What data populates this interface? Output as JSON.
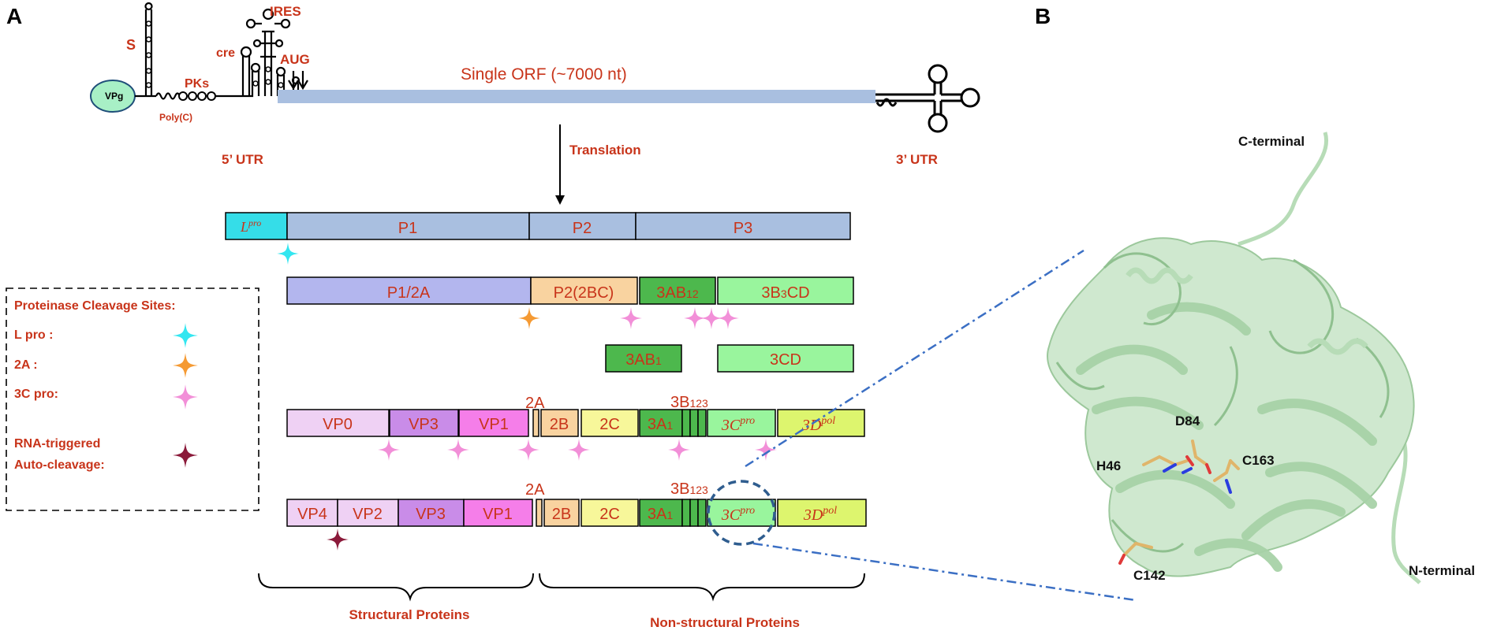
{
  "panels": {
    "a": "A",
    "b": "B"
  },
  "genome": {
    "vpg": "VPg",
    "s": "S",
    "polyc": "Poly(C)",
    "pks": "PKs",
    "cre": "cre",
    "ires": "IRES",
    "aug": "AUG",
    "orf": "Single ORF (~7000 nt)",
    "utr5": "5’  UTR",
    "utr3": "3’  UTR",
    "translation": "Translation"
  },
  "polyprotein": {
    "row1": [
      {
        "id": "lpro",
        "label": "L",
        "sup": "pro",
        "color": "#35dde8"
      },
      {
        "id": "p1",
        "label": "P1",
        "color": "#a9bfe0"
      },
      {
        "id": "p2",
        "label": "P2",
        "color": "#a9bfe0"
      },
      {
        "id": "p3",
        "label": "P3",
        "color": "#a9bfe0"
      }
    ],
    "row2": [
      {
        "id": "p1-2a",
        "label": "P1/2A",
        "color": "#b3b6ee"
      },
      {
        "id": "p2-2bc",
        "label": "P2(2BC)",
        "color": "#f9d3a0"
      },
      {
        "id": "3ab12",
        "label": "3AB",
        "sub": "12",
        "color": "#4db84d"
      },
      {
        "id": "3b3cd",
        "label": "3B",
        "sub": "3",
        "tail": "CD",
        "color": "#99f59d"
      }
    ],
    "row3": [
      {
        "id": "3ab1",
        "label": "3AB",
        "sub": "1",
        "color": "#4db84d"
      },
      {
        "id": "3cd",
        "label": "3CD",
        "color": "#99f59d"
      }
    ],
    "row4": [
      {
        "id": "vp0",
        "label": "VP0",
        "color": "#efd1f4"
      },
      {
        "id": "vp3",
        "label": "VP3",
        "color": "#c98ce8"
      },
      {
        "id": "vp1",
        "label": "VP1",
        "color": "#f57ee9"
      },
      {
        "id": "2b",
        "label": "2B",
        "color": "#f9d3a0"
      },
      {
        "id": "2c",
        "label": "2C",
        "color": "#f7f79a"
      },
      {
        "id": "3a1",
        "label": "3A",
        "sub": "1",
        "color": "#4db84d"
      },
      {
        "id": "3c",
        "label": "3C",
        "sup": "pro",
        "color": "#99f59d"
      },
      {
        "id": "3d",
        "label": "3D",
        "sup": "pol",
        "color": "#ddf56e"
      }
    ],
    "row5": [
      {
        "id": "vp4",
        "label": "VP4",
        "color": "#efd1f4"
      },
      {
        "id": "vp2",
        "label": "VP2",
        "color": "#efd1f4"
      },
      {
        "id": "vp3",
        "label": "VP3",
        "color": "#c98ce8"
      },
      {
        "id": "vp1",
        "label": "VP1",
        "color": "#f57ee9"
      },
      {
        "id": "2b",
        "label": "2B",
        "color": "#f9d3a0"
      },
      {
        "id": "2c",
        "label": "2C",
        "color": "#f7f79a"
      },
      {
        "id": "3a1",
        "label": "3A",
        "sub": "1",
        "color": "#4db84d"
      },
      {
        "id": "3c",
        "label": "3C",
        "sup": "pro",
        "color": "#99f59d"
      },
      {
        "id": "3d",
        "label": "3D",
        "sup": "pol",
        "color": "#ddf56e"
      }
    ],
    "label_2a": "2A",
    "label_3b": "3B",
    "label_3b_sub": "123",
    "structural": "Structural Proteins",
    "nonstructural": "Non-structural Proteins"
  },
  "legend": {
    "title": "Proteinase Cleavage Sites:",
    "items": [
      {
        "label": "L pro   :",
        "color": "#33e6f0"
      },
      {
        "label": "2A       :",
        "color": "#f59a33"
      },
      {
        "label": "3C pro:",
        "color": "#f28fd8"
      }
    ],
    "rna_line1": "RNA-triggered",
    "rna_line2": "Auto-cleavage:",
    "rna_color": "#8b1a3a"
  },
  "structure": {
    "c_terminal": "C-terminal",
    "n_terminal": "N-terminal",
    "residues": [
      "D84",
      "H46",
      "C163",
      "C142"
    ],
    "ribbon_color": "#b7dcb7"
  }
}
